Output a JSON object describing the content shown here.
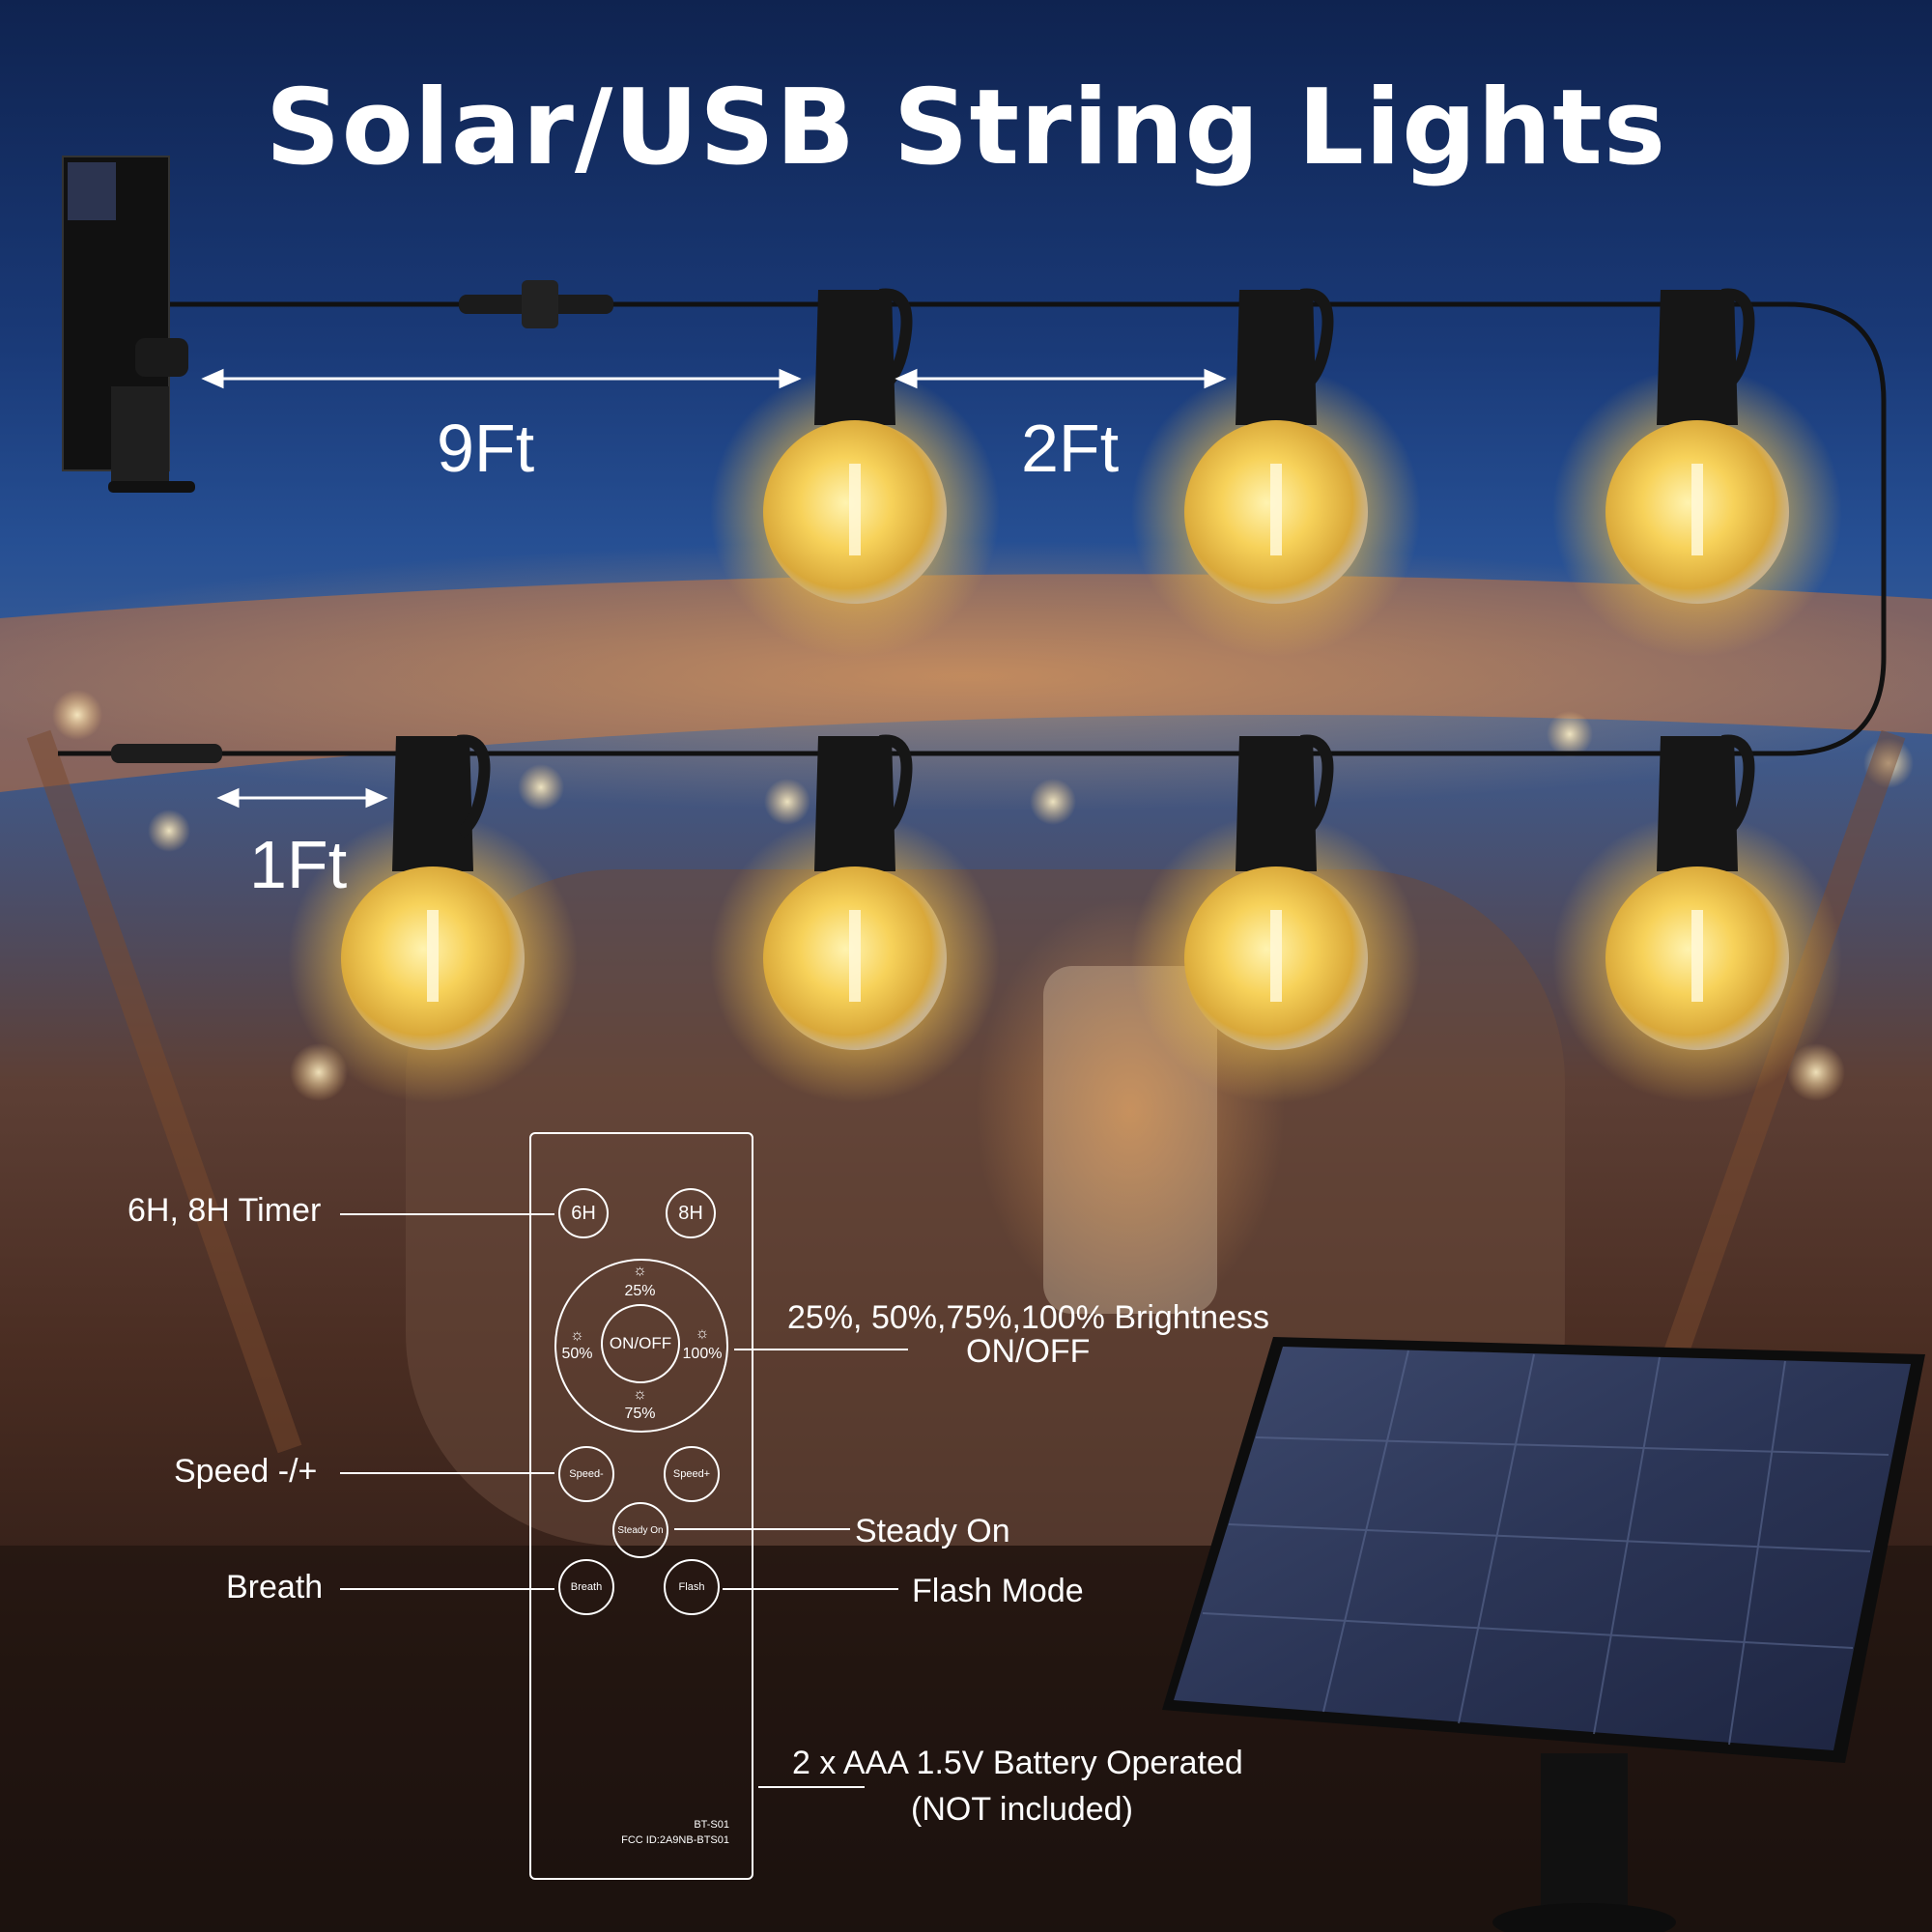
{
  "title": "Solar/USB String Lights",
  "dimensions": {
    "first": "9Ft",
    "spacing": "2Ft",
    "end": "1Ft"
  },
  "callouts": {
    "timer": "6H, 8H Timer",
    "brightness": "25%, 50%,75%,100% Brightness",
    "onoff": "ON/OFF",
    "speed": "Speed -/+",
    "steady": "Steady On",
    "breath": "Breath",
    "flash": "Flash Mode",
    "battery_line1": "2 x AAA 1.5V Battery Operated",
    "battery_line2": "(NOT included)"
  },
  "remote": {
    "btn_6h": "6H",
    "btn_8h": "8H",
    "btn_onoff": "ON/OFF",
    "b25": "25%",
    "b50": "50%",
    "b75": "75%",
    "b100": "100%",
    "speed_minus": "Speed-",
    "speed_plus": "Speed+",
    "steady_on": "Steady On",
    "breath": "Breath",
    "flash": "Flash",
    "model": "BT-S01",
    "fcc": "FCC ID:2A9NB-BTS01"
  },
  "colors": {
    "sky_top": "#0f2350",
    "bulb_glow": "#ffd45a",
    "cable": "#111111",
    "text": "#ffffff"
  }
}
